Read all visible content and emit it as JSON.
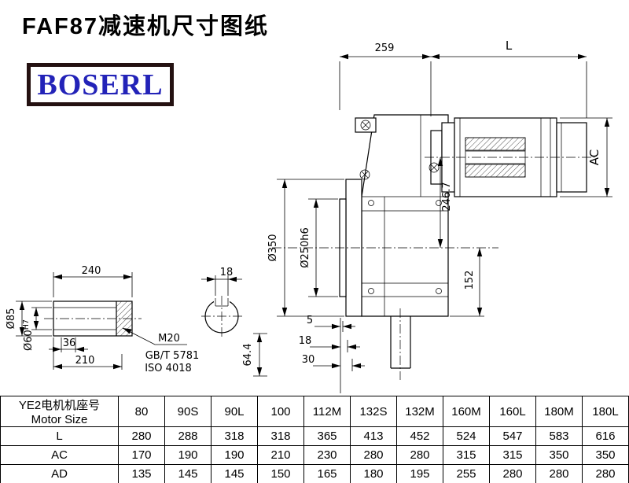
{
  "page": {
    "title": "FAF87减速机尺寸图纸"
  },
  "logo": {
    "text": "BOSERL"
  },
  "colors": {
    "logo_text": "#2323b8",
    "logo_border": "#241111",
    "line": "#000000"
  },
  "drawing": {
    "dim_259": "259",
    "dim_L": "L",
    "dim_AC": "AC",
    "dim_d350": "Ø350",
    "dim_d250h6": "Ø250h6",
    "dim_246_7": "246.7",
    "dim_152": "152",
    "dim_5": "5",
    "dim_18_flange": "18",
    "dim_30": "30",
    "dim_64_4": "64.4",
    "dim_240": "240",
    "dim_18_key": "18",
    "dim_d85": "Ø85",
    "dim_d60": "Ø60",
    "dim_d60_tol": "H7",
    "dim_36": "36",
    "dim_210": "210",
    "note_m20": "M20",
    "note_gb": "GB/T 5781",
    "note_iso": "ISO 4018"
  },
  "table": {
    "header_cn": "YE2电机机座号",
    "header_en": "Motor Size",
    "columns": [
      "80",
      "90S",
      "90L",
      "100",
      "112M",
      "132S",
      "132M",
      "160M",
      "160L",
      "180M",
      "180L"
    ],
    "rows": [
      {
        "label": "L",
        "values": [
          "280",
          "288",
          "318",
          "318",
          "365",
          "413",
          "452",
          "524",
          "547",
          "583",
          "616"
        ]
      },
      {
        "label": "AC",
        "values": [
          "170",
          "190",
          "190",
          "210",
          "230",
          "280",
          "280",
          "315",
          "315",
          "350",
          "350"
        ]
      },
      {
        "label": "AD",
        "values": [
          "135",
          "145",
          "145",
          "150",
          "165",
          "180",
          "195",
          "255",
          "280",
          "280",
          "280"
        ]
      }
    ]
  }
}
